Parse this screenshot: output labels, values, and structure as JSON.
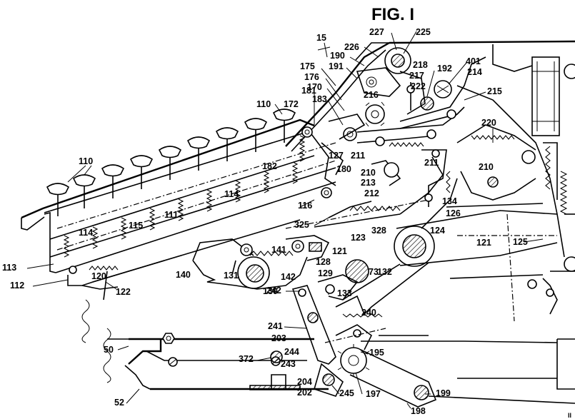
{
  "figure": {
    "title": "FIG. I",
    "reference_numerals": [
      {
        "id": "n15",
        "text": "15"
      },
      {
        "id": "n227",
        "text": "227"
      },
      {
        "id": "n225",
        "text": "225"
      },
      {
        "id": "n226",
        "text": "226"
      },
      {
        "id": "n190",
        "text": "190"
      },
      {
        "id": "n175",
        "text": "175"
      },
      {
        "id": "n191",
        "text": "191"
      },
      {
        "id": "n176",
        "text": "176"
      },
      {
        "id": "n170",
        "text": "170"
      },
      {
        "id": "n218",
        "text": "218"
      },
      {
        "id": "n217",
        "text": "217"
      },
      {
        "id": "n192",
        "text": "192"
      },
      {
        "id": "n401",
        "text": "401"
      },
      {
        "id": "n214",
        "text": "214"
      },
      {
        "id": "n222",
        "text": "222"
      },
      {
        "id": "n216",
        "text": "216"
      },
      {
        "id": "n215",
        "text": "215"
      },
      {
        "id": "n181",
        "text": "181"
      },
      {
        "id": "n183",
        "text": "183"
      },
      {
        "id": "n110a",
        "text": "110"
      },
      {
        "id": "n172",
        "text": "172"
      },
      {
        "id": "n220",
        "text": "220"
      },
      {
        "id": "n110b",
        "text": "110"
      },
      {
        "id": "n127",
        "text": "127"
      },
      {
        "id": "n211a",
        "text": "211"
      },
      {
        "id": "n211b",
        "text": "211"
      },
      {
        "id": "n210a",
        "text": "210"
      },
      {
        "id": "n182",
        "text": "182"
      },
      {
        "id": "n180",
        "text": "180"
      },
      {
        "id": "n210b",
        "text": "210"
      },
      {
        "id": "n213",
        "text": "213"
      },
      {
        "id": "n114a",
        "text": "114"
      },
      {
        "id": "n212",
        "text": "212"
      },
      {
        "id": "n134",
        "text": "134"
      },
      {
        "id": "n111",
        "text": "111"
      },
      {
        "id": "n116",
        "text": "116"
      },
      {
        "id": "n126",
        "text": "126"
      },
      {
        "id": "n114b",
        "text": "114"
      },
      {
        "id": "n115",
        "text": "115"
      },
      {
        "id": "n325",
        "text": "325"
      },
      {
        "id": "n123",
        "text": "123"
      },
      {
        "id": "n328",
        "text": "328"
      },
      {
        "id": "n124",
        "text": "124"
      },
      {
        "id": "n121a",
        "text": "121"
      },
      {
        "id": "n125",
        "text": "125"
      },
      {
        "id": "n141",
        "text": "141"
      },
      {
        "id": "n121b",
        "text": "121"
      },
      {
        "id": "n128",
        "text": "128"
      },
      {
        "id": "n129",
        "text": "129"
      },
      {
        "id": "n113",
        "text": "113"
      },
      {
        "id": "n73",
        "text": "73"
      },
      {
        "id": "n142",
        "text": "142"
      },
      {
        "id": "n112",
        "text": "112"
      },
      {
        "id": "n120",
        "text": "120"
      },
      {
        "id": "n140",
        "text": "140"
      },
      {
        "id": "n131",
        "text": "131"
      },
      {
        "id": "n130",
        "text": "130"
      },
      {
        "id": "n133",
        "text": "133"
      },
      {
        "id": "n132",
        "text": "132"
      },
      {
        "id": "n122",
        "text": "122"
      },
      {
        "id": "n242",
        "text": "242"
      },
      {
        "id": "n240",
        "text": "240"
      },
      {
        "id": "n241",
        "text": "241"
      },
      {
        "id": "n203",
        "text": "203"
      },
      {
        "id": "n50",
        "text": "50"
      },
      {
        "id": "n195",
        "text": "195"
      },
      {
        "id": "n372",
        "text": "372"
      },
      {
        "id": "n244",
        "text": "244"
      },
      {
        "id": "n243",
        "text": "243"
      },
      {
        "id": "n204",
        "text": "204"
      },
      {
        "id": "n202",
        "text": "202"
      },
      {
        "id": "n245",
        "text": "245"
      },
      {
        "id": "n197",
        "text": "197"
      },
      {
        "id": "n199",
        "text": "199"
      },
      {
        "id": "n52",
        "text": "52"
      },
      {
        "id": "n198",
        "text": "198"
      }
    ]
  }
}
